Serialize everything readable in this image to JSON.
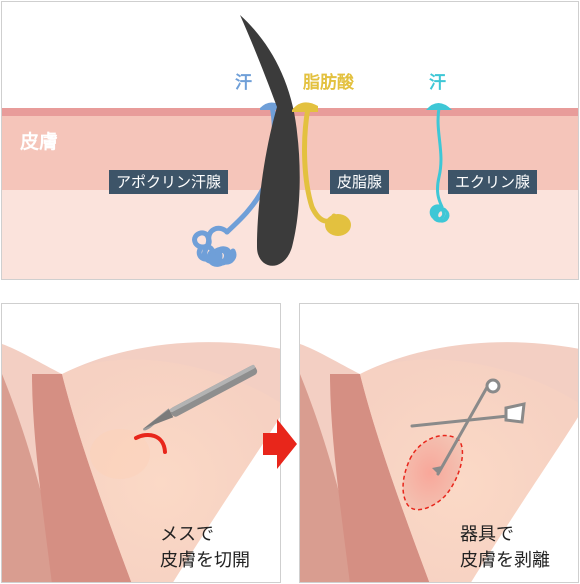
{
  "top": {
    "skin_label": "皮膚",
    "sweat_left": "汗",
    "sebum": "脂肪酸",
    "sweat_right": "汗",
    "apocrine": "アポクリン汗腺",
    "sebaceous": "皮脂腺",
    "eccrine": "エクリン腺"
  },
  "steps": [
    {
      "caption_line1": "メスで",
      "caption_line2": "皮膚を切開"
    },
    {
      "caption_line1": "器具で",
      "caption_line2": "皮膚を剥離"
    }
  ],
  "colors": {
    "epidermis": "#e89c9a",
    "dermis": "#f5c5ba",
    "subcutis": "#fbe3dc",
    "label_bg": "#3d5468",
    "apocrine_gland": "#6f9fd8",
    "sebaceous_gland": "#e3c13f",
    "eccrine_gland": "#3ec7d6",
    "hair": "#3b3b3b",
    "incision": "#e8261b",
    "arrow": "#e8261b"
  }
}
